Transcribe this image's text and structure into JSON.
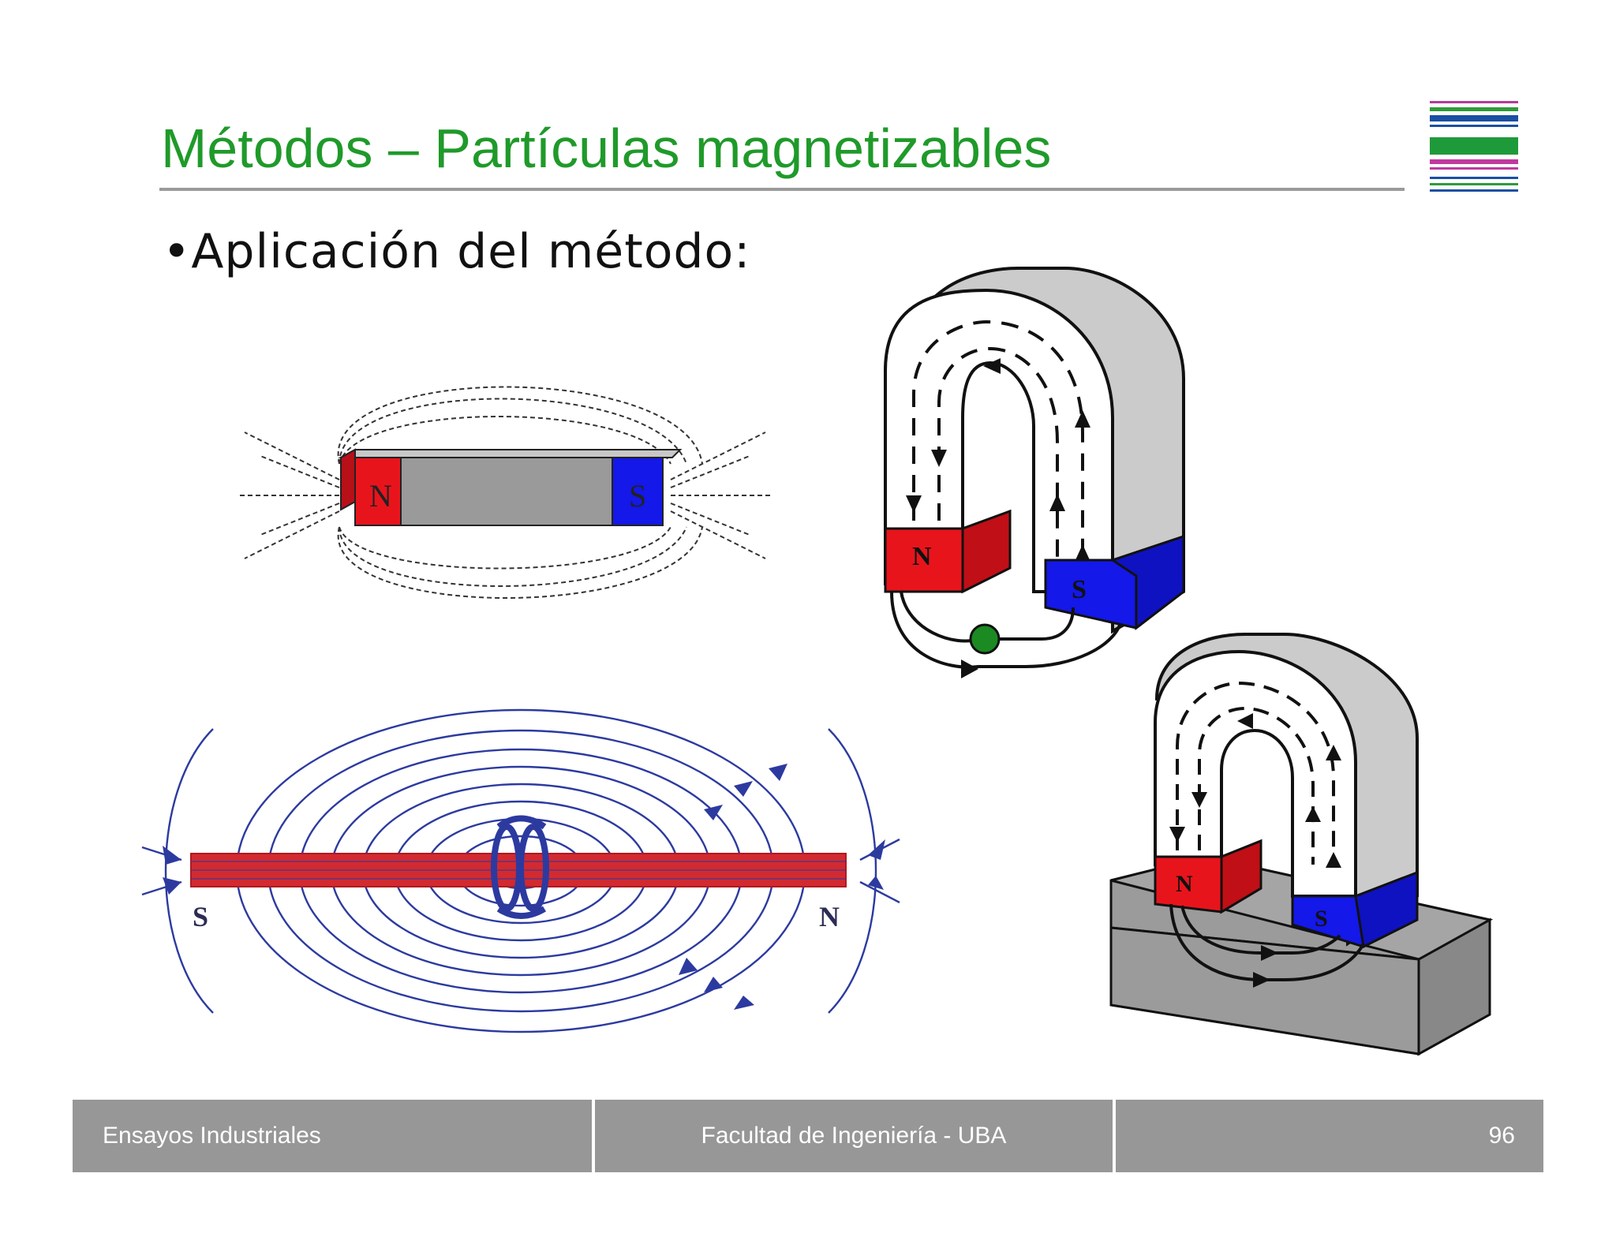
{
  "slide": {
    "title": "Métodos – Partículas magnetizables",
    "bullet": "•Aplicación del método:"
  },
  "figures": {
    "bar_magnet": {
      "north_label": "N",
      "south_label": "S"
    },
    "horseshoe_top": {
      "north_label": "N",
      "south_label": "S"
    },
    "horseshoe_on_block": {
      "north_label": "N",
      "south_label": "S"
    },
    "magnetized_bar": {
      "south_label": "S",
      "north_label": "N"
    }
  },
  "footer": {
    "left": "Ensayos Industriales",
    "center": "Facultad de Ingeniería - UBA",
    "page_number": "96"
  },
  "colors": {
    "title_green": "#1f9a2a",
    "north_red": "#e8141c",
    "south_blue": "#1418e8",
    "field_line_blue": "#2c3aa0",
    "footer_gray": "#979797"
  }
}
